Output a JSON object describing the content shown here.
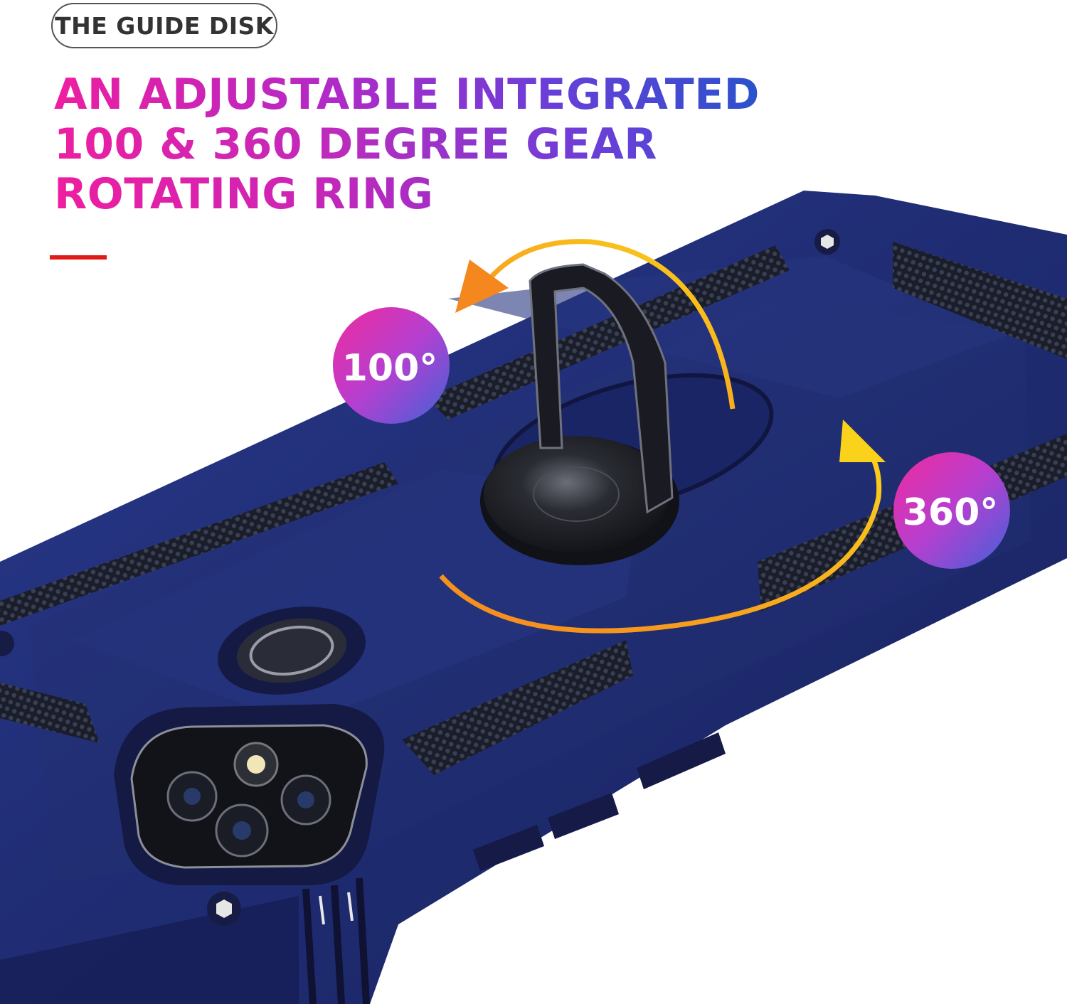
{
  "badge": {
    "label": "THE GUIDE DISK"
  },
  "headline": {
    "line1": "AN ADJUSTABLE INTEGRATED",
    "line2": "100 & 360 DEGREE GEAR",
    "line3": "ROTATING RING"
  },
  "angles": {
    "small": "100°",
    "large": "360°"
  },
  "colors": {
    "case": "#1e2a6e",
    "accent": "#e01919",
    "arrow": "#f6c21b",
    "pink": "#ee1ea0"
  }
}
